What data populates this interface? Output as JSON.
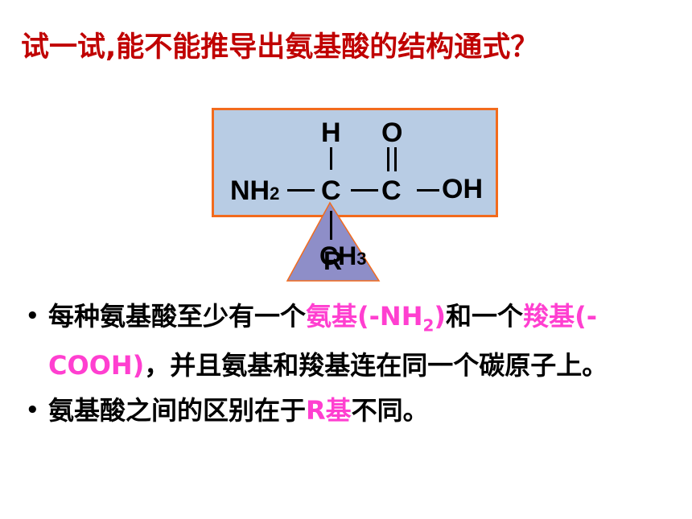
{
  "title": "试一试,能不能推导出氨基酸的结构通式？",
  "structure": {
    "h": "H",
    "o": "O",
    "nh": "NH",
    "nh_sub": "2",
    "c1": "C",
    "c2": "C",
    "oh": "OH",
    "ch": "CH",
    "ch_sub": "3",
    "r": "R",
    "colors": {
      "box_fill": "#b8cce4",
      "box_border": "#f26b1d",
      "triangle_fill": "#8e8ec8"
    }
  },
  "bullet1": {
    "marker": "•",
    "t1": "每种氨基酸至少有一个",
    "hl1": "氨基(-NH",
    "hl1_sub": "2",
    "hl1_end": ")",
    "t2": "和一个",
    "hl2": "羧基(-COOH)",
    "t3": "，并且氨基和羧基连在同一个碳原子上。"
  },
  "bullet2": {
    "marker": "•",
    "t1": "氨基酸之间的区别在于",
    "hl1": "R基",
    "t2": "不同。"
  },
  "colors": {
    "title": "#c00000",
    "highlight": "#ff3fd0"
  }
}
